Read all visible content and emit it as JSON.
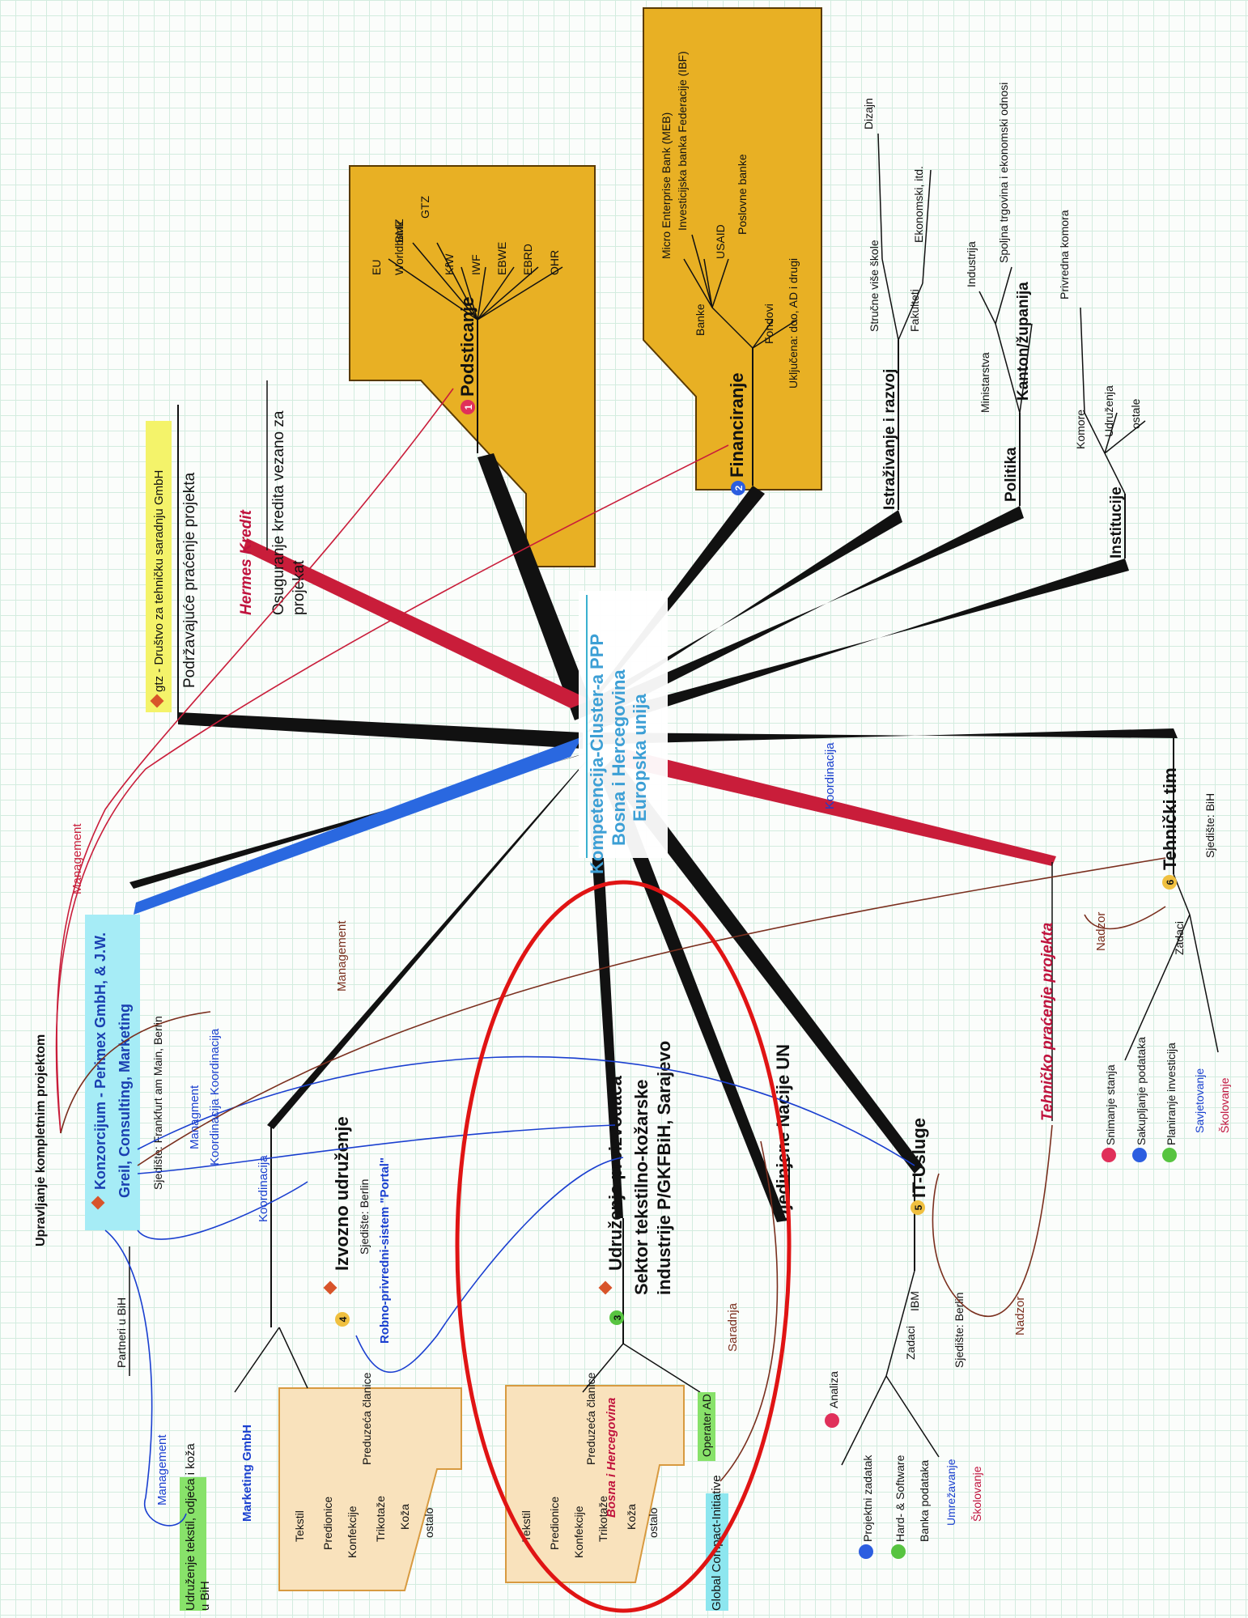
{
  "center": {
    "line1": "Kompetencija-Cluster-a PPP",
    "line2": "Bosna i Hercegovina",
    "line3": "Europska unija"
  },
  "podsticanje": {
    "badge": "1",
    "title": "Podsticanje",
    "items": [
      "EU",
      "Worldbank",
      "BMZ",
      "GTZ",
      "KfW",
      "IWF",
      "EBWE",
      "EBRD",
      "OHR"
    ]
  },
  "financiranje": {
    "badge": "2",
    "title": "Financiranje",
    "banke": "Banke",
    "bank_items": [
      "Micro Enterprise Bank (MEB)",
      "Investicijska banka Federacije (IBF)",
      "USAID",
      "Poslovne banke"
    ],
    "fondovi": "Fondovi",
    "ukljucena": "Uključena: doo, AD i drugi"
  },
  "istrazivanje": {
    "title": "Istraživanje i razvoj",
    "items": [
      "Stručne više škole",
      "Dizajn",
      "Fakulteti",
      "Ekonomski, itd."
    ]
  },
  "politika": {
    "title": "Politika",
    "items": [
      "Ministarstva",
      "Industrija",
      "Spoljna trgovina i ekonomski odnosi",
      "Kanton/županija"
    ]
  },
  "institucije": {
    "title": "Institucije",
    "items": [
      "Komore",
      "Privredna komora",
      "Udruženja",
      "ostale"
    ]
  },
  "gtz": {
    "title": "gtz - Društvo za tehničku saradnju GmbH",
    "sub": "Podržavajuće praćenje projekta"
  },
  "hermes": {
    "title": "Hermes Kredit",
    "line1": "Osuguranje kredita vezano za",
    "line2": "projekat"
  },
  "konzorcijum": {
    "line1": "Konzorcijum - Perimex GmbH, & J.W.",
    "line2": "Greil, Consulting, Marketing",
    "sjediste": "Sjedište: Frankfurt am Main, Berlin",
    "upravljanje": "Upravljanje kompletnim projektom",
    "partneri": "Partneri u BiH"
  },
  "izvozno": {
    "badge": "4",
    "title": "Izvozno udruženje",
    "sjediste": "Sjedište: Berlin",
    "portal": "Robno-privredni-sistem \"Portal\"",
    "udruzenje_tekstil_1": "Udruženje tekstil, odjeća i koža",
    "udruzenje_tekstil_2": "u BiH",
    "marketing": "Marketing GmbH",
    "preduzeca": "Preduzeća članice",
    "members": [
      "Tekstil",
      "Predionice",
      "Konfekcije",
      "Trikotaže",
      "Koža",
      "ostalo"
    ]
  },
  "udruzenje": {
    "badge": "3",
    "title": "Udruženje proizvođača",
    "sektor1": "Sektor tekstilno-kožarske",
    "sektor2": "industrije P/GKFBiH, Sarajevo",
    "preduzeca": "Preduzeća članice",
    "bih": "Bosna i Hercegovina",
    "operater": "Operater AD",
    "global": "Global Compact-Initiative",
    "members": [
      "Tekstil",
      "Predionice",
      "Konfekcije",
      "Trikotaže",
      "Koža",
      "ostalo"
    ]
  },
  "un": {
    "title": "Ujedinjene Nacije UN"
  },
  "it": {
    "badge": "5",
    "title": "IT-Usluge",
    "ibm": "IBM",
    "sjediste": "Sjedište: Berlin",
    "zadaci": "Zadaci",
    "tasks": [
      "Analiza",
      "Projektni zadatak",
      "Hard- & Software",
      "Banka podataka",
      "Umrežavanje",
      "Školovanje"
    ]
  },
  "tehnicki": {
    "badge": "6",
    "title": "Tehnički tim",
    "sjediste": "Sjedište: BiH",
    "zadaci": "Zadaci",
    "tasks": [
      "Snimanje stanja",
      "Sakupljanje podataka",
      "Planiranje investicija",
      "Savjetovanje",
      "Školovanje"
    ]
  },
  "pracenje": {
    "title": "Tehničko praćenje projekta"
  },
  "relations": {
    "management_top": "Management",
    "management_mid": "Management",
    "management_left": "Management",
    "managment": "Managment",
    "koordinacija_pair": "Koordinacija Koordinacija",
    "koordinacija_left": "Koordinacija",
    "koordinacija_right": "Koordinacija",
    "saradnja": "Saradnja",
    "nadzor_it": "Nadzor",
    "nadzor_tim": "Nadzor"
  },
  "colors": {
    "grid": "#d3ecdf",
    "panel_gold": "#e8b024",
    "panel_peach": "#f9e2bc",
    "spoke_black": "#111111",
    "spoke_red": "#c91d3a",
    "spoke_blue": "#2a68e0",
    "center_text": "#3c9fd5",
    "highlight": "#e01414"
  },
  "icons": [
    "partner-icon",
    "number-badge"
  ]
}
